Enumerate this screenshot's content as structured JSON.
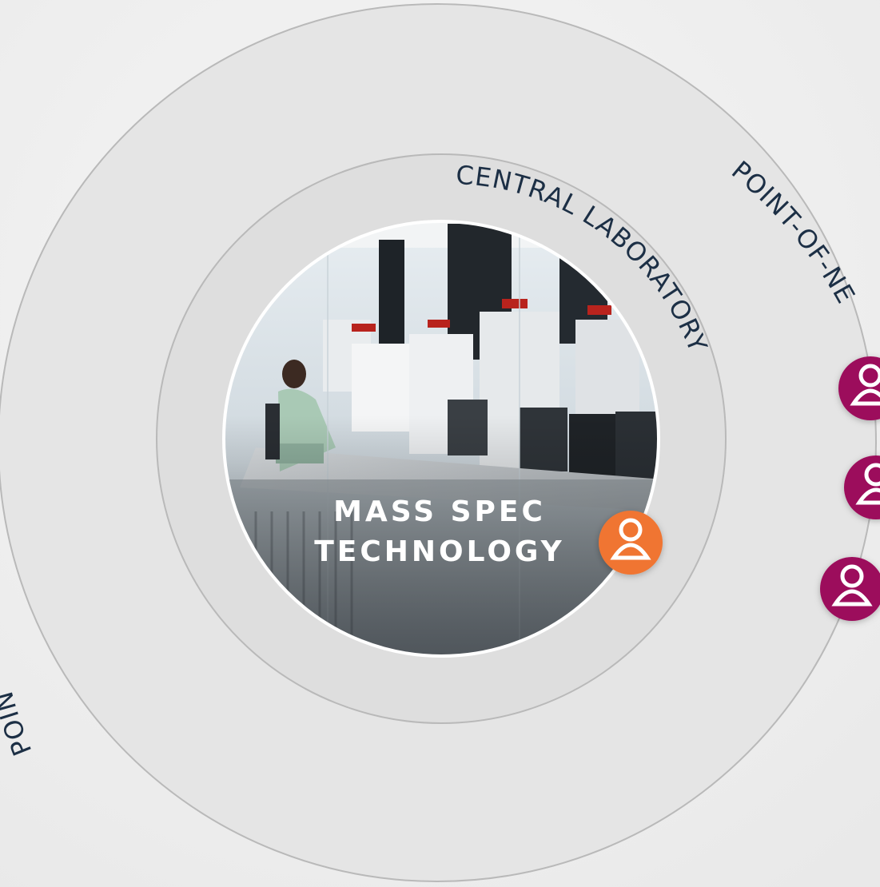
{
  "diagram": {
    "outer_ring_label": "POINT-OF-NEED",
    "outer_ring_label_lower": "POIN",
    "middle_ring_label": "CENTRAL LABORATORY",
    "center_title_line1": "MASS SPEC",
    "center_title_line2": "TECHNOLOGY"
  },
  "colors": {
    "background": "#efefef",
    "ring_fill": "#e3e3e3",
    "ring_stroke": "#b9b9b9",
    "label_text": "#1c2f45",
    "person_orange": "#f07532",
    "person_magenta": "#9c0d5b"
  },
  "icons": {
    "center_person": "person-icon",
    "side_persons": [
      "person-icon",
      "person-icon",
      "person-icon"
    ]
  }
}
